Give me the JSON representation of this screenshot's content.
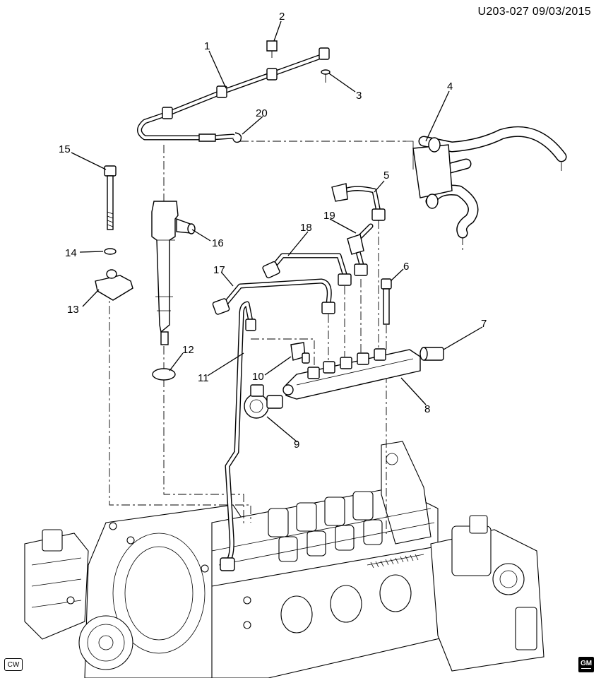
{
  "header": {
    "code": "U203-027  09/03/2015"
  },
  "footer": {
    "cw": "CW",
    "logo_top": "GM"
  },
  "callouts": [
    "1",
    "2",
    "3",
    "4",
    "5",
    "6",
    "7",
    "8",
    "9",
    "10",
    "11",
    "12",
    "13",
    "14",
    "15",
    "16",
    "17",
    "18",
    "19",
    "20"
  ]
}
